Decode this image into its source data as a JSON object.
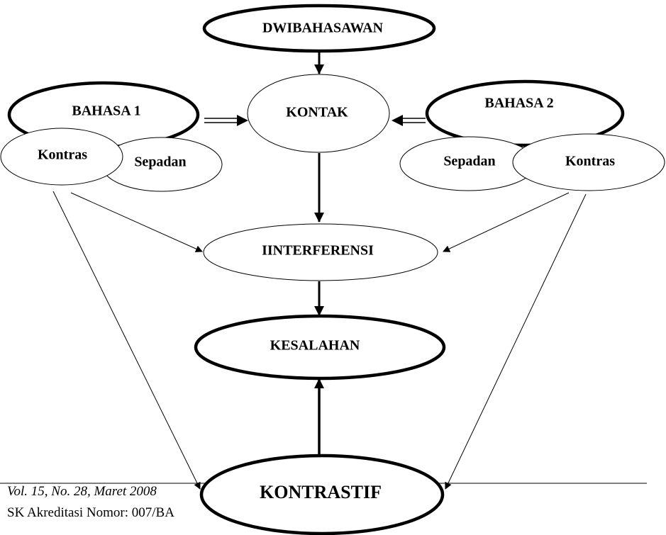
{
  "nodes": {
    "dwibahasawan": "DWIBAHASAWAN",
    "kontak": "KONTAK",
    "bahasa1": "BAHASA 1",
    "bahasa2": "BAHASA 2",
    "kontras_left": "Kontras",
    "sepadan_left": "Sepadan",
    "sepadan_right": "Sepadan",
    "kontras_right": "Kontras",
    "interferensi": "IINTERFERENSI",
    "kesalahan": "KESALAHAN",
    "kontrastif": "KONTRASTIF"
  },
  "footer": {
    "volume": "Vol. 15, No. 28,  Maret  2008",
    "accreditation": "SK Akreditasi Nomor: 007/BA"
  }
}
